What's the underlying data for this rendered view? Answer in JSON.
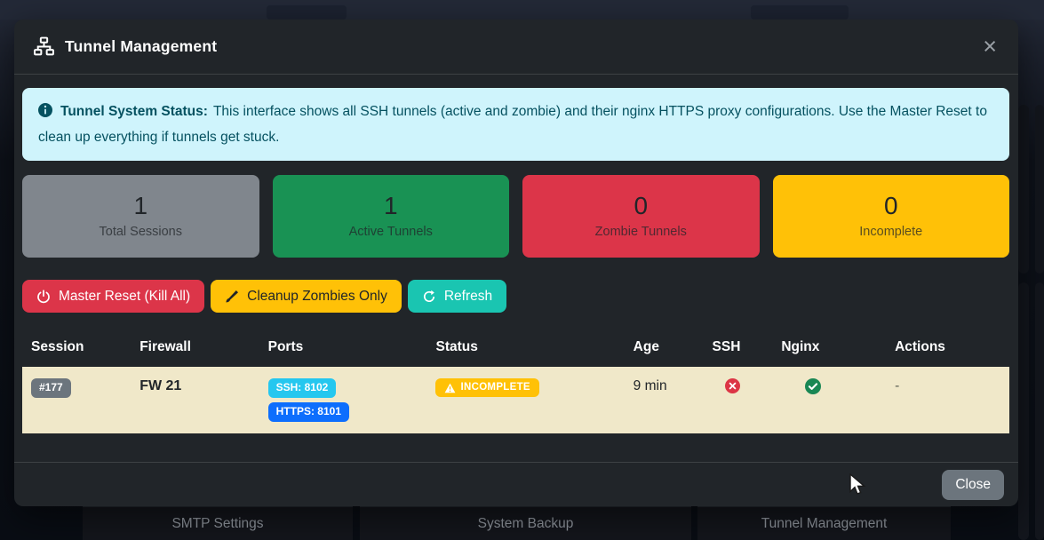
{
  "modal": {
    "title": "Tunnel Management",
    "close_x": "×",
    "alert": {
      "bold": "Tunnel System Status:",
      "text": " This interface shows all SSH tunnels (active and zombie) and their nginx HTTPS proxy configurations. Use the Master Reset to clean up everything if tunnels get stuck."
    },
    "stats": [
      {
        "value": "1",
        "label": "Total Sessions",
        "color": "#6c757d"
      },
      {
        "value": "1",
        "label": "Active Tunnels",
        "color": "#198754"
      },
      {
        "value": "0",
        "label": "Zombie Tunnels",
        "color": "#dc3545"
      },
      {
        "value": "0",
        "label": "Incomplete",
        "color": "#ffc107"
      }
    ],
    "actions": [
      {
        "label": "Master Reset (Kill All)",
        "icon": "power-icon",
        "color": "#dc3545"
      },
      {
        "label": "Cleanup Zombies Only",
        "icon": "brush-icon",
        "color": "#ffc107"
      },
      {
        "label": "Refresh",
        "icon": "refresh-icon",
        "color": "#1ac5b1"
      }
    ],
    "table": {
      "headers": [
        "Session",
        "Firewall",
        "Ports",
        "Status",
        "Age",
        "SSH",
        "Nginx",
        "Actions"
      ],
      "row": {
        "session": "#177",
        "firewall": "FW 21",
        "ports": [
          "SSH: 8102",
          "HTTPS: 8101"
        ],
        "status": "INCOMPLETE",
        "age": "9 min",
        "ssh_status": "error",
        "nginx_status": "ok",
        "actions": "-"
      }
    },
    "footer": {
      "close_label": "Close"
    }
  },
  "background": {
    "cards": [
      "SMTP Settings",
      "System Backup",
      "Tunnel Management"
    ]
  },
  "colors": {
    "modal_bg": "#212529",
    "info_bg": "#cff4fc",
    "info_text": "#055160",
    "secondary": "#6c757d",
    "success": "#198754",
    "danger": "#dc3545",
    "warning": "#ffc107",
    "teal": "#1ac5b1",
    "primary_blue": "#0d6efd",
    "cyan": "#25c7ef",
    "row_bg": "#f0e8c9"
  }
}
